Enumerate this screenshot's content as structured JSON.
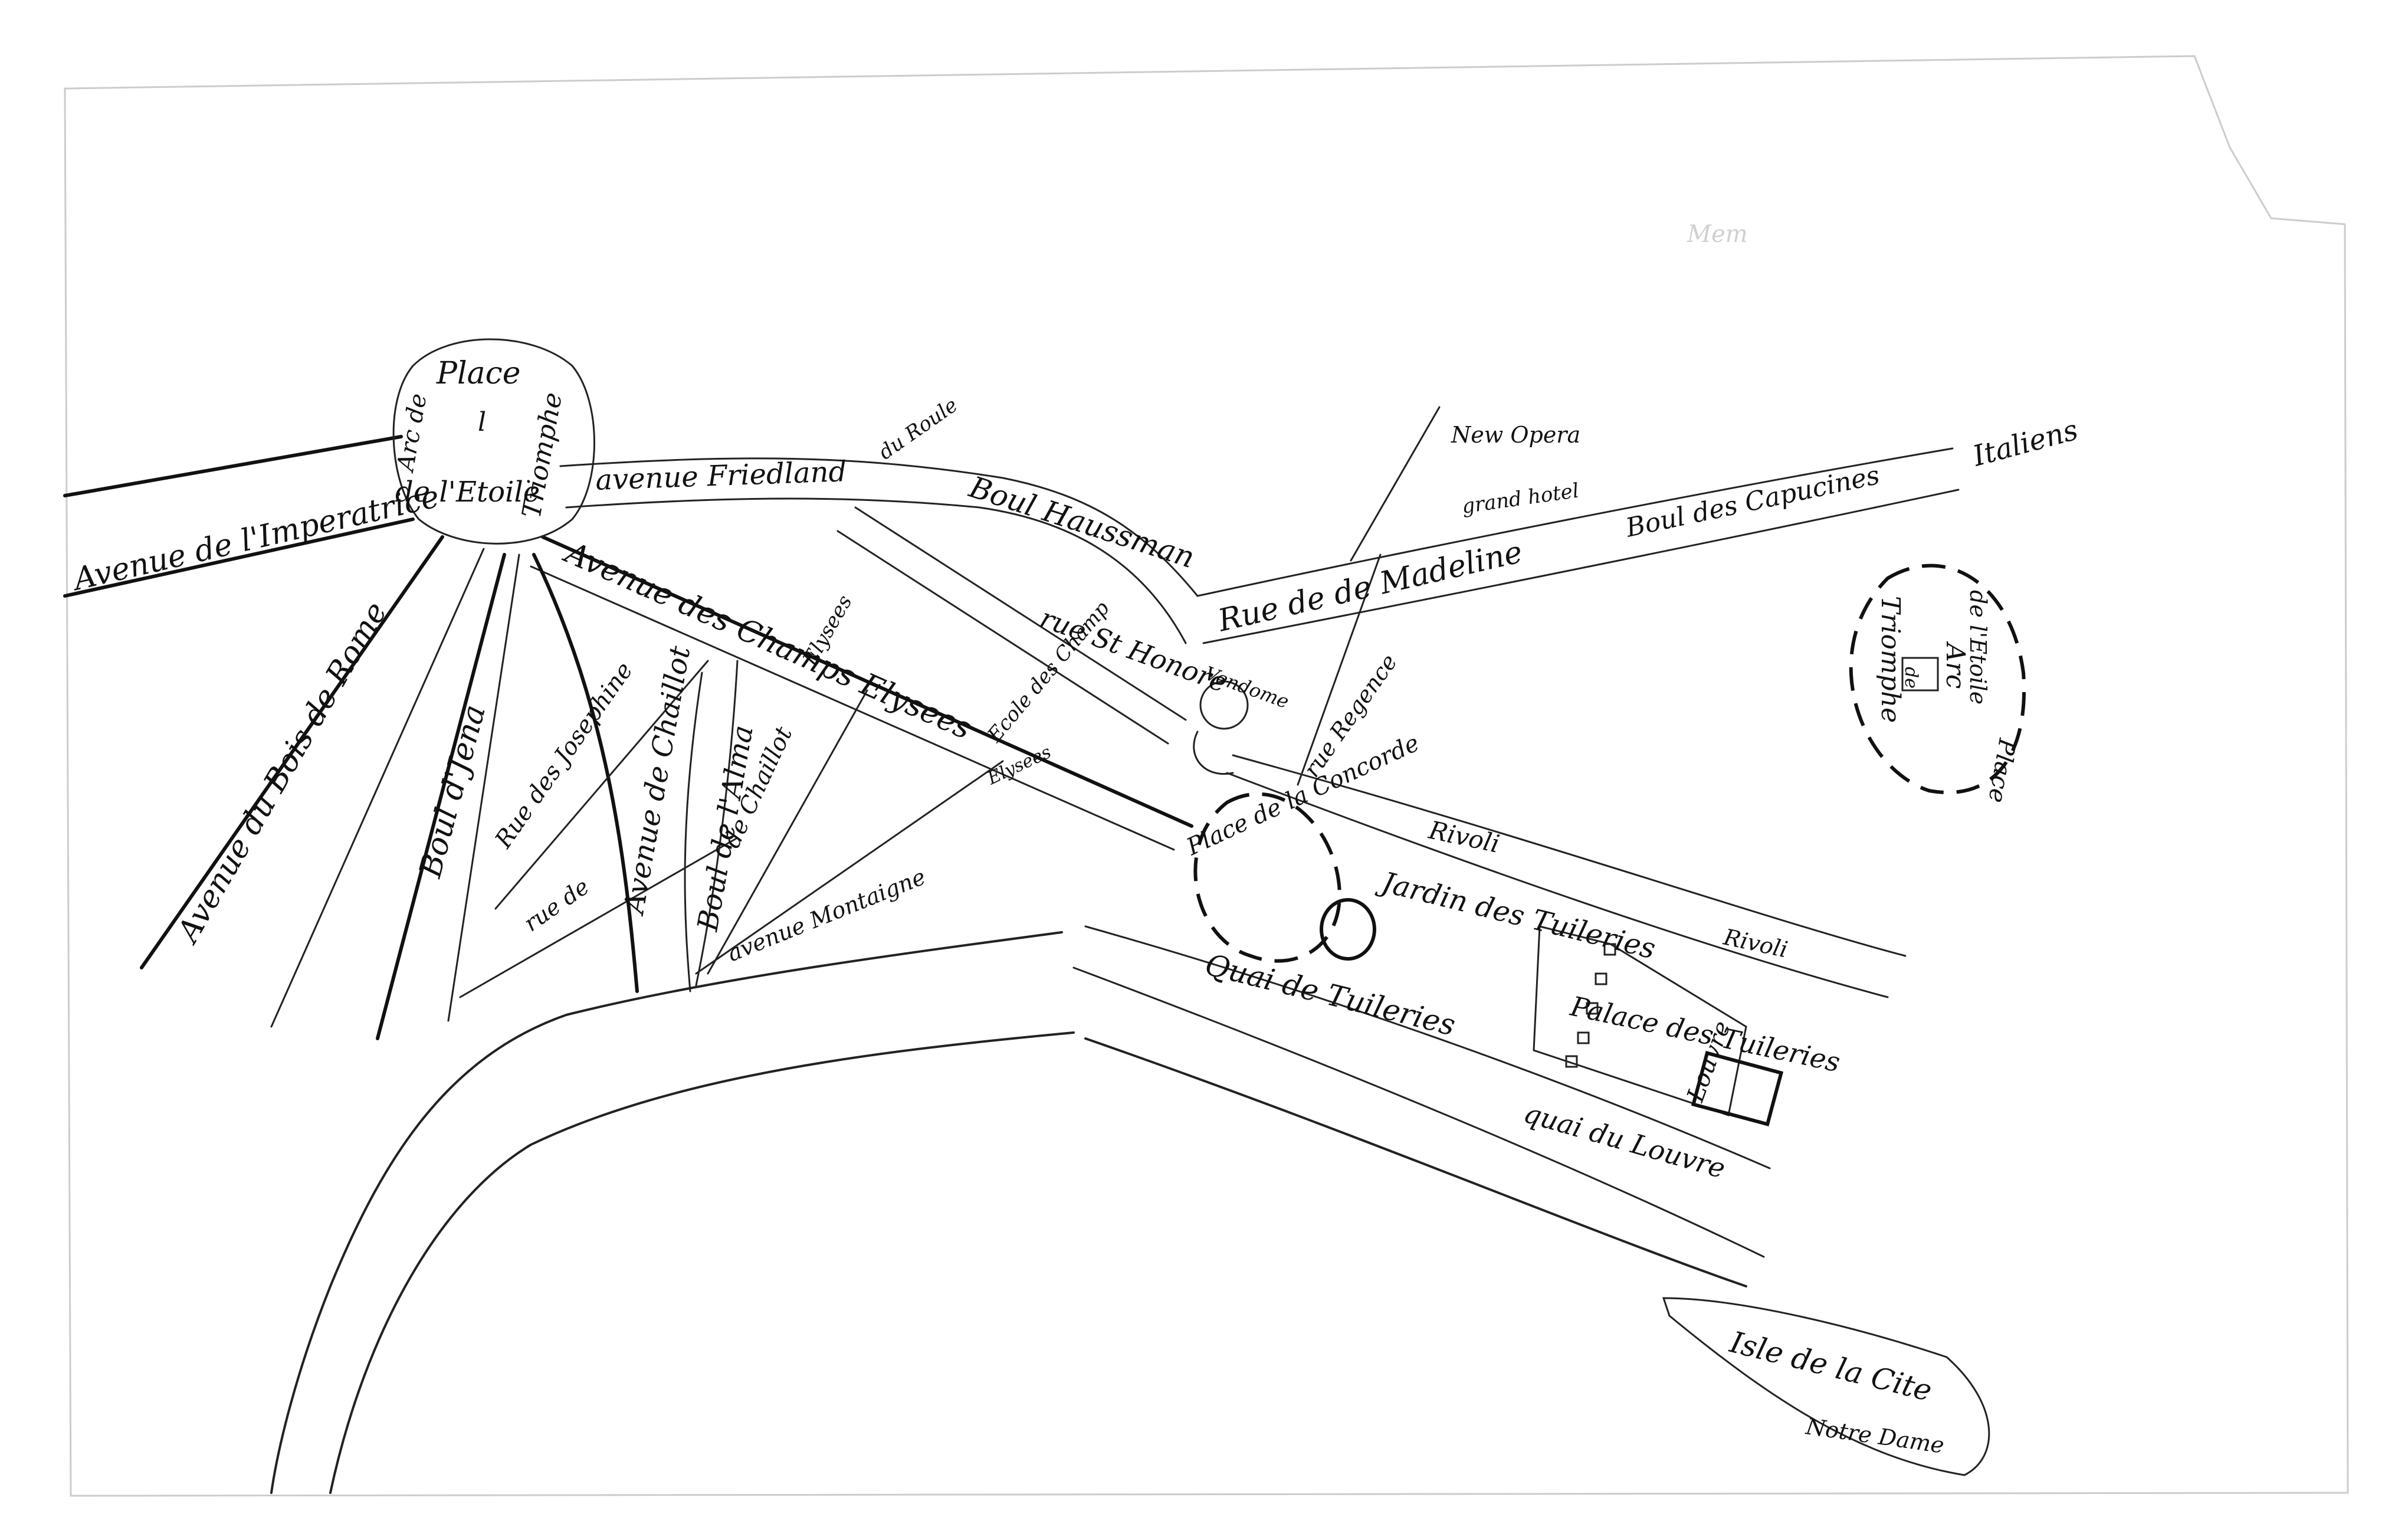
{
  "labels": {
    "place_etoile": "Place",
    "arc_de": "Arc de",
    "de_l": "l",
    "de_letoile": "de l'Etoile",
    "triomphe": "Triomphe",
    "avenue_imperatrice": "Avenue de l'Imperatrice",
    "avenue_friedland": "avenue Friedland",
    "boul_haussman": "Boul Haussman",
    "du_roule": "du Roule",
    "rue_de_madeline": "Rue de de Madeline",
    "boul_capucines": "Boul des Capucines",
    "italiens": "Italiens",
    "new_opera": "New Opera",
    "grand_hotel": "grand hotel",
    "avenue_bois_de_rome": "Avenue du Bois de Rome",
    "boul_jena": "Boul d'Jena",
    "rue_josephine": "Rue des Josephine",
    "avenue_chaillot": "Avenue de Chaillot",
    "boul_alma": "Boul de l'Alma",
    "rue_de": "rue de",
    "rue_chaillot": "de Chaillot",
    "avenue_champs_elysees": "Avenue des Champs Elysees",
    "elysees_edge": "Elysees",
    "ecole_champs": "Ecole des Champ",
    "elysees_small": "Elysees",
    "avenue_montaigne": "avenue Montaigne",
    "rue_st_honore": "rue St Honore",
    "vendome": "Vendome",
    "rue_regence": "rue Regence",
    "place_concorde": "Place de la Concorde",
    "rivoli": "Rivoli",
    "rivoli_end": "Rivoli",
    "jardin_tuileries": "Jardin des Tuileries",
    "quai_tuileries": "Quai de Tuileries",
    "palace_tuileries": "Palace des Tuileries",
    "louvre": "Louvre",
    "quai_louvre": "quai du Louvre",
    "isle_cite": "Isle de la Cite",
    "notre_dame": "Notre Dame",
    "place_legend": "Place",
    "arc_legend": "Arc",
    "de_legend": "de",
    "letoile_legend": "de l'Etoile",
    "triomphe_legend": "Triomphe",
    "faint_mark": "Mem"
  }
}
